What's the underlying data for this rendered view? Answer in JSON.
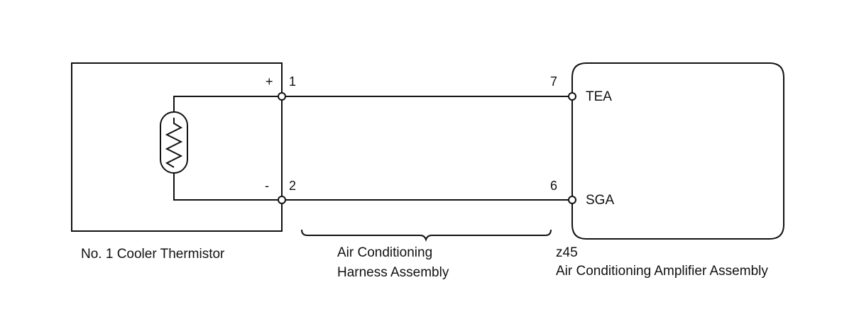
{
  "components": {
    "thermistor": {
      "name": "No. 1 Cooler Thermistor",
      "terminals": [
        {
          "pin": "1",
          "polarity": "+"
        },
        {
          "pin": "2",
          "polarity": "-"
        }
      ]
    },
    "harness": {
      "name_line1": "Air Conditioning",
      "name_line2": "Harness Assembly"
    },
    "amplifier": {
      "connector": "z45",
      "name": "Air Conditioning Amplifier Assembly",
      "terminals": [
        {
          "pin": "7",
          "signal": "TEA"
        },
        {
          "pin": "6",
          "signal": "SGA"
        }
      ]
    }
  },
  "wires": [
    {
      "from": "thermistor.1",
      "to": "amplifier.7"
    },
    {
      "from": "thermistor.2",
      "to": "amplifier.6"
    }
  ],
  "colors": {
    "line": "#111111",
    "background": "#ffffff"
  }
}
